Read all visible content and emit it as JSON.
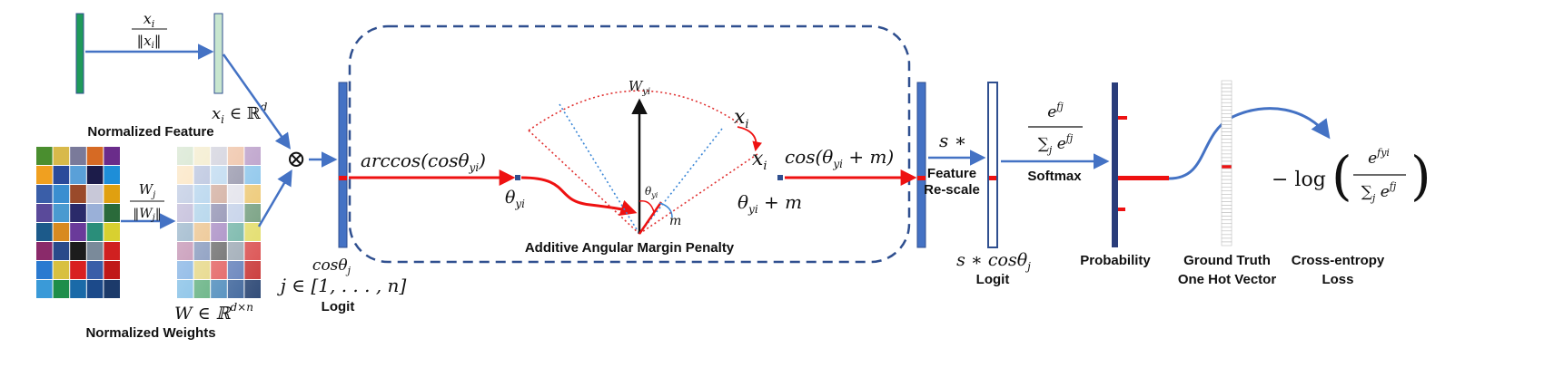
{
  "labels": {
    "normalized_feature": "Normalized Feature",
    "normalized_weights": "Normalized Weights",
    "logit_left": "Logit",
    "margin_penalty": "Additive Angular Margin Penalty",
    "feature_rescale_1": "Feature",
    "feature_rescale_2": "Re-scale",
    "logit_right": "Logit",
    "softmax": "Softmax",
    "probability": "Probability",
    "ground_truth_1": "Ground Truth",
    "ground_truth_2": "One Hot Vector",
    "ce_1": "Cross-entropy",
    "ce_2": "Loss"
  },
  "math": {
    "x_norm_num": "x",
    "x_norm_num_sub": "i",
    "x_norm_den": "‖x",
    "x_norm_den_sub": "i",
    "x_norm_den_end": "‖",
    "x_in_rd": "x",
    "x_in_rd_sub": "i",
    "x_in_rd_rest": " ∈ ℝ",
    "x_in_rd_sup": "d",
    "w_norm_num": "W",
    "w_norm_num_sub": "j",
    "w_norm_den": "‖W",
    "w_norm_den_sub": "j",
    "w_norm_den_end": "‖",
    "w_in_r": "W ∈ ℝ",
    "w_in_r_sup": "d×n",
    "otimes": "⊗",
    "cos_theta_j": "cosθ",
    "cos_theta_j_sub": "j",
    "j_range": "j ∈ [1, . . . , n]",
    "arccos": "arccos(cosθ",
    "arccos_sub": "yi",
    "arccos_end": ")",
    "theta_yi": "θ",
    "theta_yi_sub": "yi",
    "w_yi": "W",
    "w_yi_sub": "yi",
    "xi_top": "x",
    "xi_top_sub": "i",
    "xi_right": "x",
    "xi_right_sub": "i",
    "theta_small": "θ",
    "theta_small_sub": "yi",
    "m": "m",
    "theta_plus_m": "θ",
    "theta_plus_m_sub": "yi",
    "theta_plus_m_end": " + m",
    "cos_margin": "cos(θ",
    "cos_margin_sub": "yi",
    "cos_margin_end": " + m)",
    "s_star": "s ∗",
    "s_cos": "s ∗ cosθ",
    "s_cos_sub": "j",
    "softmax_num": "e",
    "softmax_num_sup": "fj",
    "softmax_den": "∑",
    "softmax_den_sub": "j",
    "softmax_den_e": " e",
    "softmax_den_sup": "fj",
    "loss_log": "− log",
    "loss_num": "e",
    "loss_num_sup": "fyi",
    "loss_den": "∑",
    "loss_den_sub": "j",
    "loss_den_e": " e",
    "loss_den_sup": "fj"
  },
  "colors": {
    "blue": "#4472c4",
    "dark_blue": "#2f4f8f",
    "red": "#ee1111",
    "green": "#1f9a5a",
    "light_green": "#c8e6cf",
    "dotted_red": "#e03030",
    "dotted_blue": "#3a86d6"
  },
  "weight_grid_colors": [
    [
      "#4a8e2f",
      "#d8b94a",
      "#7a7a9a",
      "#d66a24",
      "#6a2c8a"
    ],
    [
      "#f0a020",
      "#2a4a9a",
      "#5aa0d8",
      "#1c1c4a",
      "#1e8ed8"
    ],
    [
      "#3a5ea8",
      "#3a8ed0",
      "#9a4a2a",
      "#c8c8d8",
      "#e0a010"
    ],
    [
      "#5a4a9a",
      "#4a9ad0",
      "#2a2a6a",
      "#9ab0d8",
      "#2a6a3a"
    ],
    [
      "#1c5a8a",
      "#d88a20",
      "#6a3a9a",
      "#2a8e7a",
      "#d8d030"
    ],
    [
      "#8a2a6a",
      "#2a4a8a",
      "#1c1c1c",
      "#7a8a9a",
      "#d02020"
    ],
    [
      "#2a7ad0",
      "#d8c040",
      "#d82020",
      "#3a5ea8",
      "#c01818"
    ],
    [
      "#3a9ad8",
      "#1e8e4a",
      "#1a6aa8",
      "#1c4a8a",
      "#1c3a6a"
    ]
  ]
}
